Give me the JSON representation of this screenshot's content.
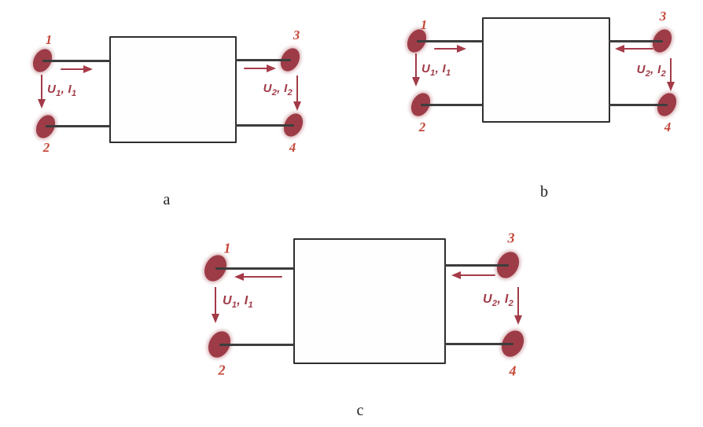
{
  "figure": {
    "colors": {
      "terminal": "#9d3c47",
      "arrow": "#a73b49",
      "terminal_number": "#c5483a",
      "port_label": "#a03b46",
      "wire": "#3d3d3d",
      "box_border": "#2e2e2e",
      "caption": "#1f1f1f"
    },
    "diagrams": [
      {
        "caption": "a",
        "terminals": {
          "t1": "1",
          "t2": "2",
          "t3": "3",
          "t4": "4"
        },
        "left_port": {
          "v": "U",
          "v_sub": "1",
          "sep": ", ",
          "i": "I",
          "i_sub": "1"
        },
        "right_port": {
          "v": "U",
          "v_sub": "2",
          "sep": ", ",
          "i": "I",
          "i_sub": "2"
        },
        "left_current_dir": "right",
        "right_current_dir": "right",
        "left_voltage_dir": "down",
        "right_voltage_dir": "down"
      },
      {
        "caption": "b",
        "terminals": {
          "t1": "1",
          "t2": "2",
          "t3": "3",
          "t4": "4"
        },
        "left_port": {
          "v": "U",
          "v_sub": "1",
          "sep": ", ",
          "i": "I",
          "i_sub": "1"
        },
        "right_port": {
          "v": "U",
          "v_sub": "2",
          "sep": ", ",
          "i": "I",
          "i_sub": "2"
        },
        "left_current_dir": "right",
        "right_current_dir": "left",
        "left_voltage_dir": "down",
        "right_voltage_dir": "down"
      },
      {
        "caption": "c",
        "terminals": {
          "t1": "1",
          "t2": "2",
          "t3": "3",
          "t4": "4"
        },
        "left_port": {
          "v": "U",
          "v_sub": "1",
          "sep": ", ",
          "i": "I",
          "i_sub": "1"
        },
        "right_port": {
          "v": "U",
          "v_sub": "2",
          "sep": ", ",
          "i": "I",
          "i_sub": "2"
        },
        "left_current_dir": "left",
        "right_current_dir": "left",
        "left_voltage_dir": "down",
        "right_voltage_dir": "down"
      }
    ]
  }
}
